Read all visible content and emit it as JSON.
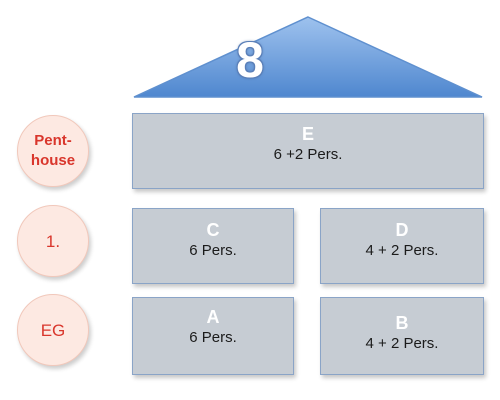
{
  "building": {
    "roof": {
      "number": "8",
      "color": "#6b9bd6"
    },
    "floors": [
      {
        "label_lines": [
          "Pent-",
          "house"
        ]
      },
      {
        "label": "1."
      },
      {
        "label": "EG"
      }
    ],
    "units": {
      "E": {
        "letter": "E",
        "capacity": "6 +2 Pers."
      },
      "C": {
        "letter": "C",
        "capacity": "6 Pers."
      },
      "D": {
        "letter": "D",
        "capacity": "4 + 2 Pers."
      },
      "A": {
        "letter": "A",
        "capacity": "6 Pers."
      },
      "B": {
        "letter": "B",
        "capacity": "4 + 2 Pers."
      }
    }
  },
  "colors": {
    "floor_circle_fill": "#fde9e2",
    "floor_text": "#d9362c",
    "unit_fill": "#c6ccd3",
    "unit_border": "#8aa4c7"
  }
}
